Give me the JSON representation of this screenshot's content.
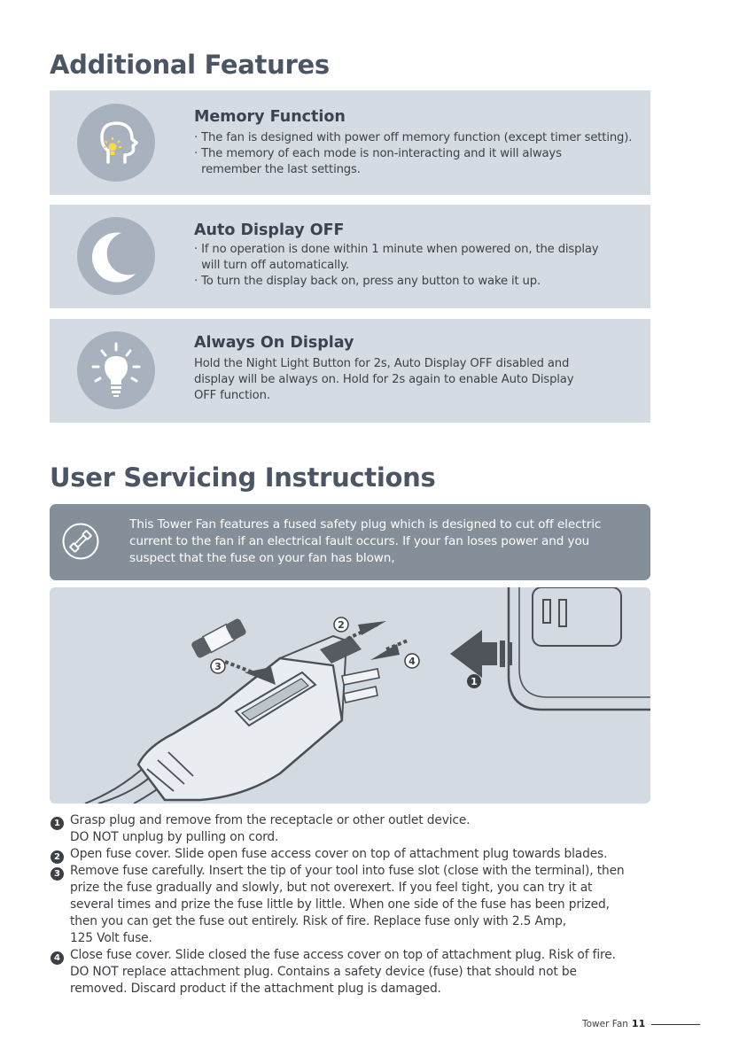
{
  "sections": {
    "additional": "Additional Features",
    "servicing": "User Servicing Instructions"
  },
  "features": [
    {
      "icon": "head-bulb-icon",
      "title": "Memory Function",
      "lines": [
        "· The fan is designed with power off memory function (except timer setting).",
        "· The memory of each mode is non-interacting and it will always",
        "  remember the last settings."
      ]
    },
    {
      "icon": "moon-icon",
      "title": "Auto Display OFF",
      "lines": [
        "· If no operation is done within 1 minute when powered on, the display",
        "  will turn off automatically.",
        "· To turn the display back on, press any button to wake it up."
      ]
    },
    {
      "icon": "lightbulb-icon",
      "title": "Always On Display",
      "lines": [
        "Hold the Night Light Button for 2s, Auto Display OFF disabled and",
        "display will be always on. Hold for 2s again to enable Auto Display",
        "OFF function."
      ]
    }
  ],
  "notice": {
    "icon": "fuse-icon",
    "lines": [
      "This Tower Fan features a fused safety plug which is designed to cut off electric",
      "current to the fan if an electrical fault occurs. If your fan loses power and you",
      "suspect that the fuse on your fan has blown,"
    ]
  },
  "illustration": {
    "markers": [
      "1",
      "2",
      "3",
      "4"
    ]
  },
  "steps": [
    {
      "num": "1",
      "lines": [
        "Grasp plug and remove from the receptacle or other outlet device.",
        "DO NOT unplug by pulling on cord."
      ]
    },
    {
      "num": "2",
      "lines": [
        "Open fuse cover. Slide open fuse access cover on top of attachment plug towards blades."
      ]
    },
    {
      "num": "3",
      "lines": [
        "Remove fuse carefully. Insert the tip of your tool into fuse slot (close with the terminal), then",
        "prize the fuse gradually and slowly, but not overexert. If you feel tight, you can try it at",
        "several times and prize the fuse little by little. When one side of the fuse has been prized,",
        "then you can get the fuse out entirely. Risk of fire. Replace fuse only with 2.5 Amp,",
        "125 Volt fuse."
      ]
    },
    {
      "num": "4",
      "lines": [
        "Close fuse cover. Slide closed the fuse access cover on top of attachment plug. Risk of fire.",
        "DO NOT replace attachment plug. Contains a safety device (fuse) that should not be",
        "removed. Discard product if the attachment plug is damaged."
      ]
    }
  ],
  "footer": {
    "product": "Tower Fan",
    "page": "11"
  }
}
